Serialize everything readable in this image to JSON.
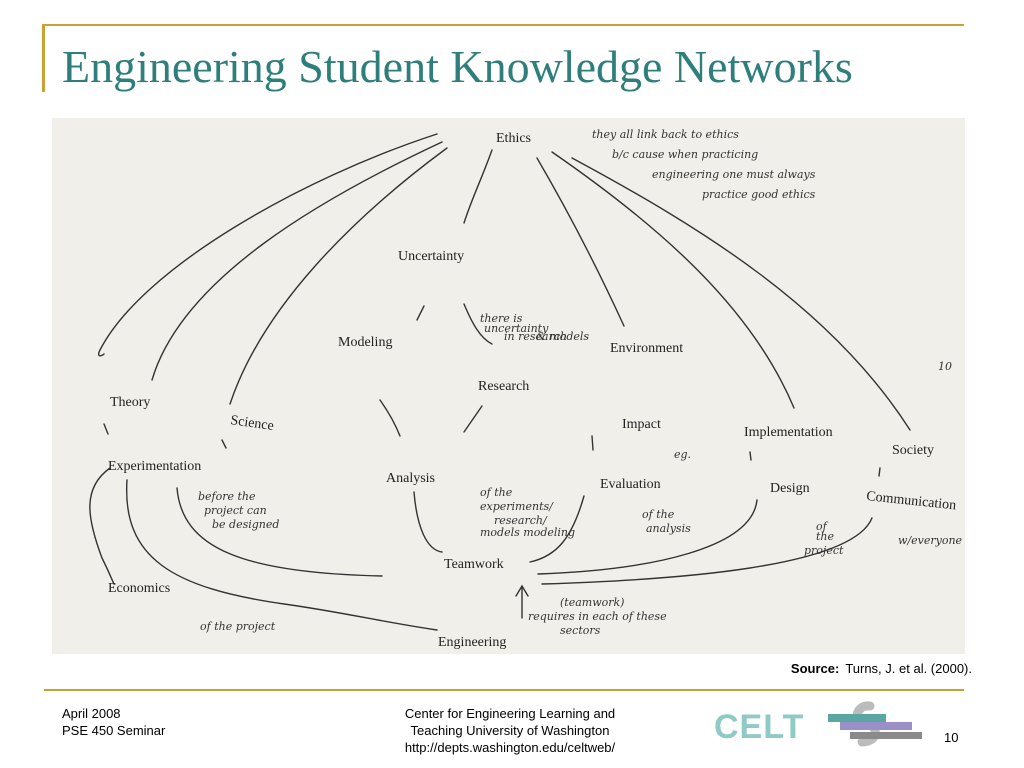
{
  "slide": {
    "title": "Engineering Student Knowledge Networks"
  },
  "diagram": {
    "nodes": {
      "ethics": "Ethics",
      "uncertainty": "Uncertainty",
      "modeling": "Modeling",
      "environment": "Environment",
      "research": "Research",
      "theory": "Theory",
      "science": "Science",
      "impact": "Impact",
      "implementation": "Implementation",
      "society": "Society",
      "experimentation": "Experimentation",
      "analysis": "Analysis",
      "evaluation": "Evaluation",
      "design": "Design",
      "communication": "Communication",
      "teamwork": "Teamwork",
      "economics": "Economics",
      "engineering": "Engineering"
    },
    "notes": {
      "ethics_note_1": "they all link back to ethics",
      "ethics_note_2": "b/c cause when practicing",
      "ethics_note_3": "engineering one must always",
      "ethics_note_4": "practice good ethics",
      "uncertainty_note_1": "there is",
      "uncertainty_note_2": "uncertainty",
      "uncertainty_note_3": "in research",
      "uncertainty_note_4": "& models",
      "design_before_1": "before the",
      "design_before_2": "project can",
      "design_before_3": "be designed",
      "experiments_1": "of the",
      "experiments_2": "experiments/",
      "experiments_3": "research/",
      "experiments_4": "models modeling",
      "analysis_note_1": "of the",
      "analysis_note_2": "analysis",
      "eg_note": "eg.",
      "project_note_1": "of",
      "project_note_2": "the",
      "project_note_3": "project",
      "everyone_note": "w/everyone",
      "requires_1": "(teamwork)",
      "requires_2": "requires in each of these",
      "requires_3": "sectors",
      "project_econ": "of the project",
      "margin_mark": "10"
    }
  },
  "source": {
    "label": "Source:",
    "text": "Turns, J. et al. (2000)."
  },
  "footer": {
    "left_line1": "April 2008",
    "left_line2": "PSE 450 Seminar",
    "center_line1": "Center for Engineering Learning and",
    "center_line2": "Teaching University of Washington",
    "center_line3": "http://depts.washington.edu/celtweb/",
    "logo": "CELT",
    "page_number": "10"
  }
}
